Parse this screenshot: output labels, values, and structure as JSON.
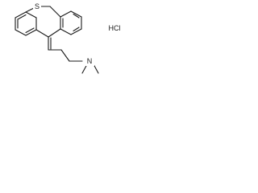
{
  "molecule": {
    "atoms": {
      "sulfur": "S",
      "nitrogen": "N"
    },
    "salt": "HCl"
  }
}
